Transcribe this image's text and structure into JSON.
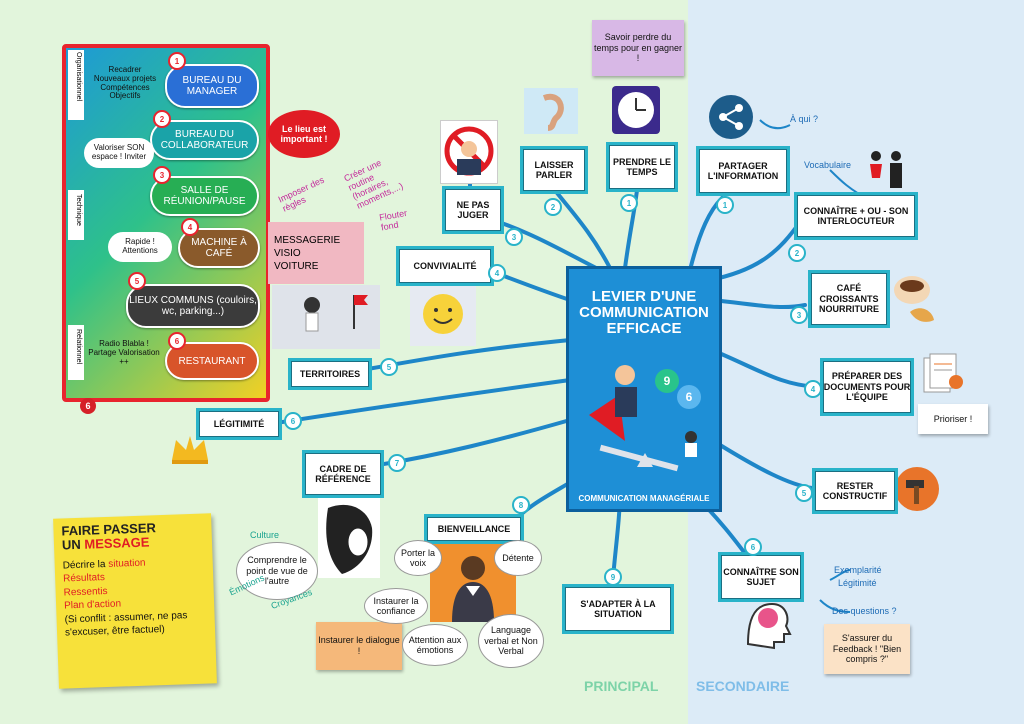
{
  "center": {
    "title": "LEVIER D'UNE COMMUNICATION EFFICACE",
    "bubble1": "9",
    "bubble2": "6",
    "footer": "COMMUNICATION MANAGÉRIALE"
  },
  "columns": {
    "left": "PRINCIPAL",
    "right": "SECONDAIRE"
  },
  "branches": [
    {
      "label": "NE PAS JUGER",
      "num": "3"
    },
    {
      "label": "LAISSER PARLER",
      "num": "2"
    },
    {
      "label": "PRENDRE LE TEMPS",
      "num": "1"
    },
    {
      "label": "PARTAGER L'INFORMATION",
      "num": "1"
    },
    {
      "label": "CONNAÎTRE + OU - SON INTERLOCUTEUR",
      "num": "2"
    },
    {
      "label": "CAFÉ CROISSANTS NOURRITURE",
      "num": "3"
    },
    {
      "label": "PRÉPARER DES DOCUMENTS POUR L'ÉQUIPE",
      "num": "4"
    },
    {
      "label": "RESTER CONSTRUCTIF",
      "num": "5"
    },
    {
      "label": "CONNAÎTRE SON SUJET",
      "num": "6"
    },
    {
      "label": "S'ADAPTER À LA SITUATION",
      "num": "9"
    },
    {
      "label": "BIENVEILLANCE",
      "num": "8"
    },
    {
      "label": "CADRE DE RÉFÉRENCE",
      "num": "7"
    },
    {
      "label": "LÉGITIMITÉ",
      "num": "6"
    },
    {
      "label": "TERRITOIRES",
      "num": "5"
    },
    {
      "label": "CONVIVIALITÉ",
      "num": "4"
    }
  ],
  "notes": {
    "savoir": "Savoir perdre du temps pour en gagner !",
    "a_qui": "À qui ?",
    "vocabulaire": "Vocabulaire",
    "prioriser": "Prioriser !",
    "exemplarite": "Exemplarité",
    "legitimite": "Légitimité",
    "questions": "Des questions ?",
    "feedback": "S'assurer du Feedback ! \"Bien compris ?\"",
    "instaurer_dialogue": "Instaurer le dialogue !",
    "lieu": "Le lieu est important !",
    "imposer": "Imposer des règles",
    "creer": "Créer une routine (horaires, moments,...)",
    "flouter": "Flouter fond"
  },
  "bienveillance": {
    "porter": "Porter la voix",
    "detente": "Détente",
    "confiance": "Instaurer la confiance",
    "attention": "Attention aux émotions",
    "langage": "Language verbal et Non Verbal"
  },
  "cadre": {
    "culture": "Culture",
    "comprendre": "Comprendre le point de vue de l'autre",
    "emotions": "Émotions",
    "croyances": "Croyances"
  },
  "media": {
    "messagerie": "MESSAGERIE",
    "visio": "VISIO",
    "voiture": "VOITURE"
  },
  "panel": {
    "side_labels": [
      "Organisationnel",
      "Technique",
      "Relationnel"
    ],
    "number": "6",
    "places": [
      {
        "num": "1",
        "label": "BUREAU DU MANAGER",
        "note": "Recadrer Nouveaux projets Compétences Objectifs",
        "color": "#2a6fd6"
      },
      {
        "num": "2",
        "label": "BUREAU DU COLLABORATEUR",
        "note": "Valoriser SON espace ! Inviter",
        "color": "#1aa3a8"
      },
      {
        "num": "3",
        "label": "SALLE DE RÉUNION/PAUSE",
        "note": "",
        "color": "#27ae54"
      },
      {
        "num": "4",
        "label": "MACHINE À CAFÉ",
        "note": "Rapide ! Attentions",
        "color": "#8a5a2b"
      },
      {
        "num": "5",
        "label": "LIEUX COMMUNS (couloirs, wc, parking...)",
        "note": "",
        "color": "#3b3b3b"
      },
      {
        "num": "6",
        "label": "RESTAURANT",
        "note": "Radio Blabla ! Partage Valorisation ++",
        "color": "#d8542a"
      }
    ]
  },
  "message": {
    "title1": "FAIRE PASSER",
    "title2": "UN",
    "title3": "MESSAGE",
    "l1a": "Décrire la",
    "l1b": "situation",
    "l2": "Résultats",
    "l3": "Ressentis",
    "l4": "Plan d'action",
    "l5": "(Si conflit : assumer, ne pas s'excuser, être factuel)"
  }
}
